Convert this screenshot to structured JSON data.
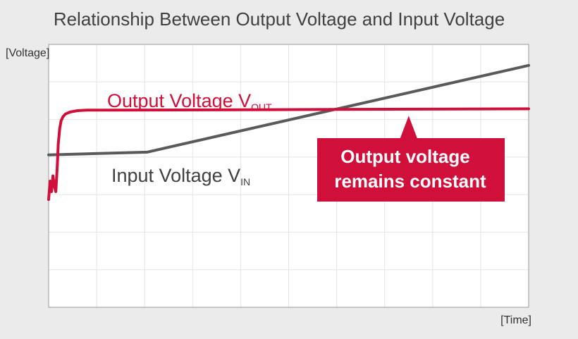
{
  "chart_data": {
    "type": "line",
    "title": "Relationship Between Output Voltage and Input Voltage",
    "xlabel": "[Time]",
    "ylabel": "[Voltage]",
    "xlim": [
      0,
      100
    ],
    "ylim": [
      0,
      100
    ],
    "grid": true,
    "series": [
      {
        "name": "Input Voltage V",
        "subscript": "IN",
        "color": "#5a5a5a",
        "x": [
          0,
          20.5,
          100
        ],
        "y": [
          58,
          59,
          92
        ]
      },
      {
        "name": "Output Voltage V",
        "subscript": "OUT",
        "color": "#d0103a",
        "x": [
          0,
          0.3,
          0.6,
          0.9,
          1.2,
          1.5,
          1.8,
          2.0,
          2.3,
          2.6,
          3.0,
          3.5,
          4.5,
          6.0,
          8.0,
          12,
          100
        ],
        "y": [
          41,
          48,
          44,
          50,
          46,
          44,
          54,
          62,
          68,
          71,
          72.5,
          73.5,
          74.3,
          74.8,
          75,
          75,
          75.5
        ]
      }
    ],
    "annotations": [
      {
        "lines": [
          "Output voltage",
          "remains constant"
        ],
        "pointer_x": 75,
        "pointer_y": 75,
        "color": "#d0103a",
        "text_color": "#ffffff"
      }
    ]
  },
  "colors": {
    "background": "#ebebeb",
    "plot_background": "#ffffff",
    "grid": "#e4e4e4",
    "axis": "#999999"
  }
}
